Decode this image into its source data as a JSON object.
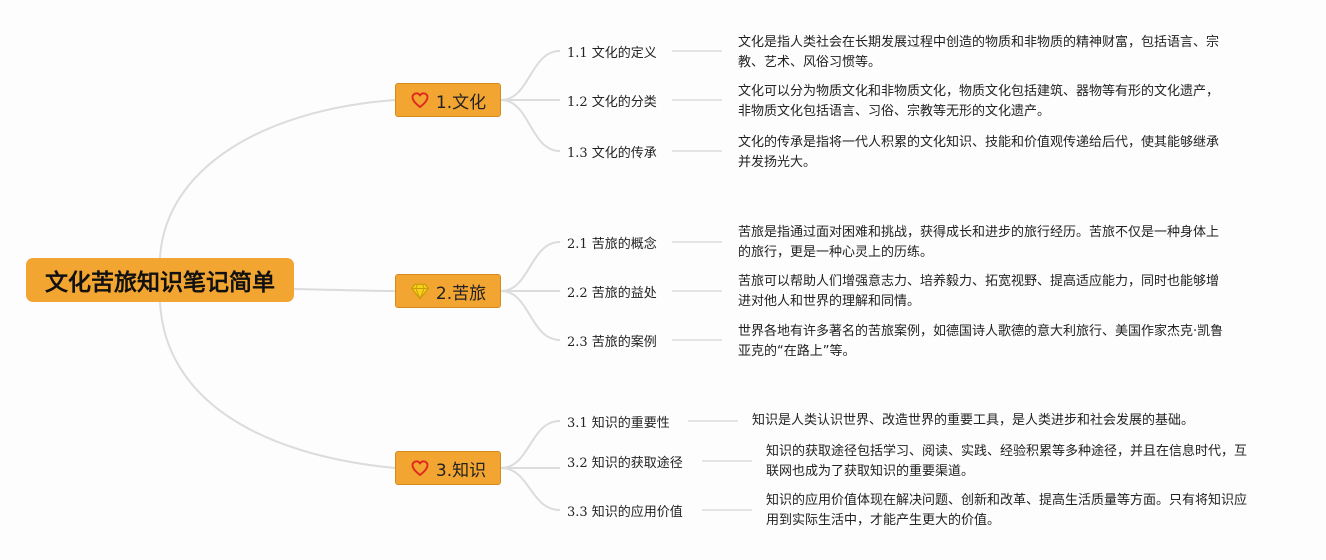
{
  "root": {
    "title": "文化苦旅知识笔记简单"
  },
  "branches": [
    {
      "label": "1.文化",
      "icon": "heart-icon",
      "items": [
        {
          "label": "1.1 文化的定义",
          "text": "文化是指人类社会在长期发展过程中创造的物质和非物质的精神财富，包括语言、宗教、艺术、风俗习惯等。"
        },
        {
          "label": "1.2 文化的分类",
          "text": "文化可以分为物质文化和非物质文化，物质文化包括建筑、器物等有形的文化遗产，非物质文化包括语言、习俗、宗教等无形的文化遗产。"
        },
        {
          "label": "1.3 文化的传承",
          "text": "文化的传承是指将一代人积累的文化知识、技能和价值观传递给后代，使其能够继承并发扬光大。"
        }
      ]
    },
    {
      "label": "2.苦旅",
      "icon": "gem-icon",
      "items": [
        {
          "label": "2.1 苦旅的概念",
          "text": "苦旅是指通过面对困难和挑战，获得成长和进步的旅行经历。苦旅不仅是一种身体上的旅行，更是一种心灵上的历练。"
        },
        {
          "label": "2.2 苦旅的益处",
          "text": "苦旅可以帮助人们增强意志力、培养毅力、拓宽视野、提高适应能力，同时也能够增进对他人和世界的理解和同情。"
        },
        {
          "label": "2.3 苦旅的案例",
          "text": "世界各地有许多著名的苦旅案例，如德国诗人歌德的意大利旅行、美国作家杰克·凯鲁亚克的“在路上”等。"
        }
      ]
    },
    {
      "label": "3.知识",
      "icon": "heart-icon",
      "items": [
        {
          "label": "3.1 知识的重要性",
          "text": "知识是人类认识世界、改造世界的重要工具，是人类进步和社会发展的基础。"
        },
        {
          "label": "3.2 知识的获取途径",
          "text": "知识的获取途径包括学习、阅读、实践、经验积累等多种途径，并且在信息时代，互联网也成为了获取知识的重要渠道。"
        },
        {
          "label": "3.3 知识的应用价值",
          "text": "知识的应用价值体现在解决问题、创新和改革、提高生活质量等方面。只有将知识应用到实际生活中，才能产生更大的价值。"
        }
      ]
    }
  ],
  "colors": {
    "node": "#f2a531",
    "node_border": "#d68a1a",
    "line": "#dcdcdc",
    "heart": "#e0271e",
    "gem": "#f7d21a"
  }
}
